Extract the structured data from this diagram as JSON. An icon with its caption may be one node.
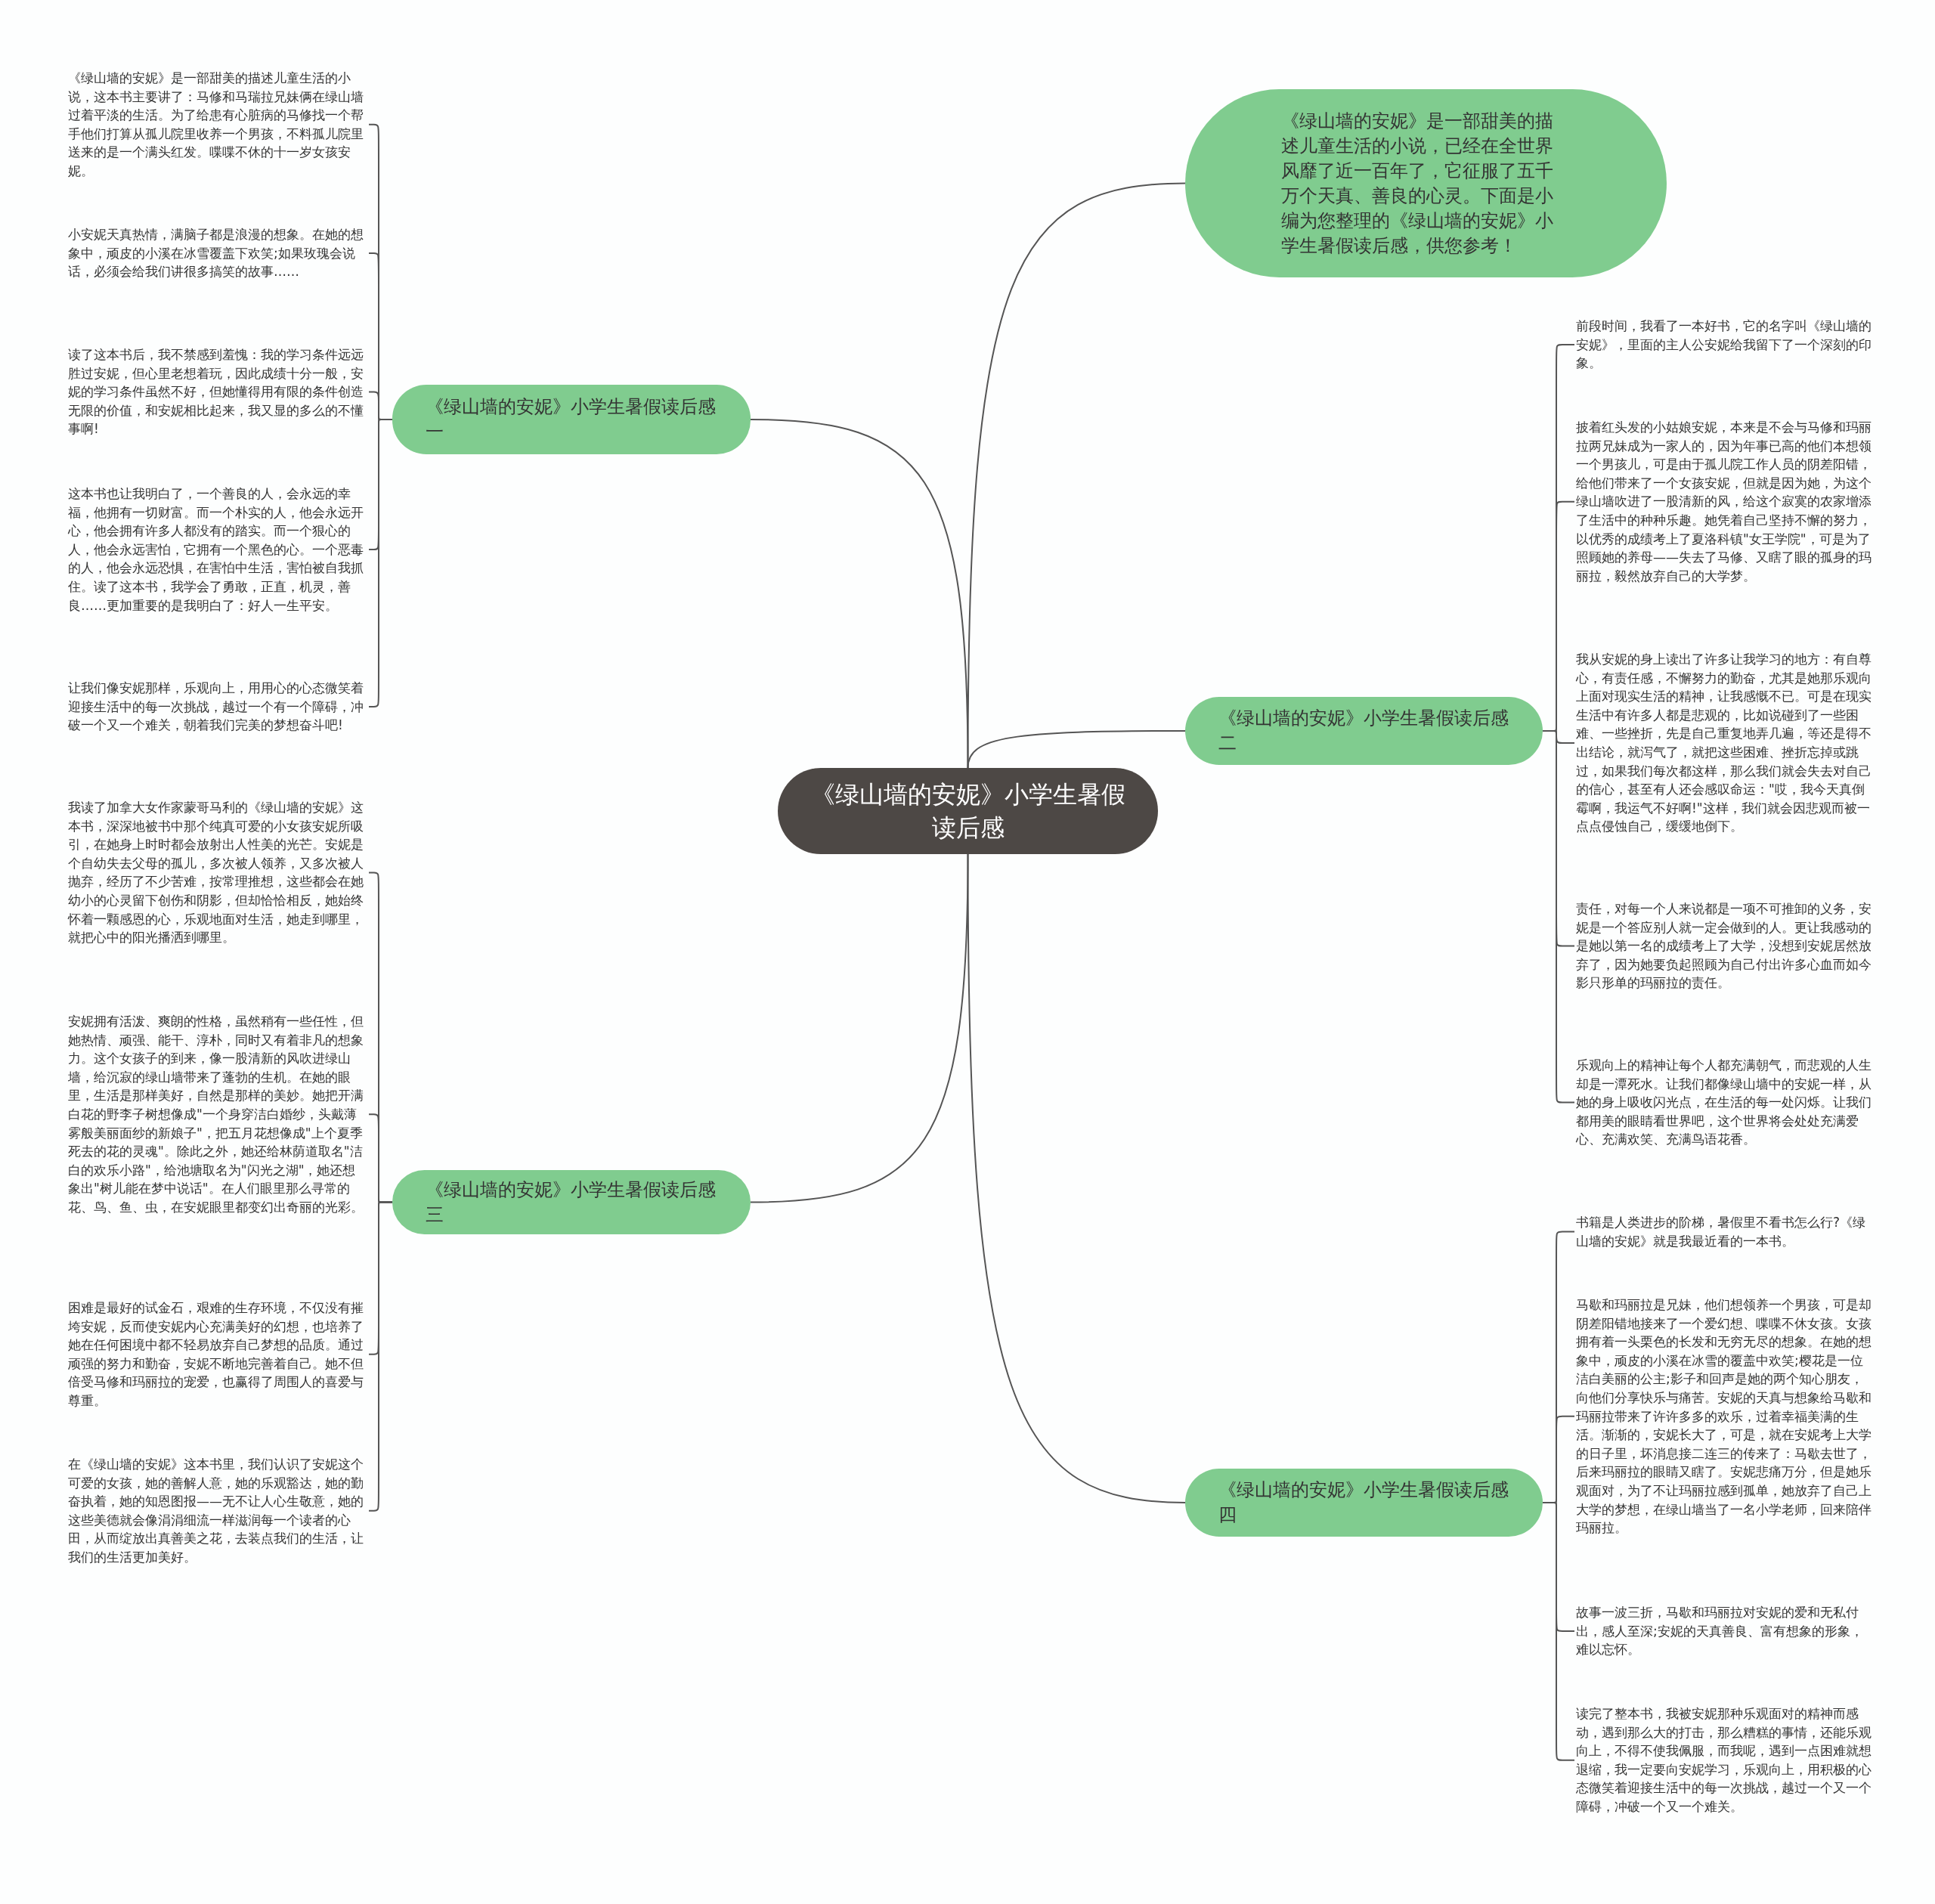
{
  "diagram": {
    "nodes": [
      {
        "text": [
          "《绿山墙的安妮》小学生暑假读后感"
        ]
      },
      {
        "text": [
          "《绿山墙的安妮》是一部甜美的描述儿童生活的小说，已经在全世界风靡了近一百年了，它征服了五千万个天真、善良的心灵。下面是小编为您整理的《绿山墙的安妮》小学生暑假读后感，供您参考！"
        ]
      },
      {
        "text": [
          "《绿山墙的安妮》小学生暑假读后感一"
        ]
      },
      {
        "text": [
          "《绿山墙的安妮》是一部甜美的描述儿童生活的小说，这本书主要讲了：马修和马瑞拉兄妹俩在绿山墙过着平淡的生活。为了给患有心脏病的马修找一个帮手他们打算从孤儿院里收养一个男孩，不料孤儿院里送来的是一个满头红发。喋喋不休的十一岁女孩安妮。"
        ]
      },
      {
        "text": [
          "小安妮天真热情，满脑子都是浪漫的想象。在她的想象中，顽皮的小溪在冰雪覆盖下欢笑;如果玫瑰会说话，必须会给我们讲很多搞笑的故事……"
        ]
      },
      {
        "text": [
          "读了这本书后，我不禁感到羞愧：我的学习条件远远胜过安妮，但心里老想着玩，因此成绩十分一般，安妮的学习条件虽然不好，但她懂得用有限的条件创造无限的价值，和安妮相比起来，我又显的多么的不懂事啊!"
        ]
      },
      {
        "text": [
          "这本书也让我明白了，一个善良的人，会永远的幸福，他拥有一切财富。而一个朴实的人，他会永远开心，他会拥有许多人都没有的踏实。而一个狠心的人，他会永远害怕，它拥有一个黑色的心。一个恶毒的人，他会永远恐惧，在害怕中生活，害怕被自我抓住。读了这本书，我学会了勇敢，正直，机灵，善良……更加重要的是我明白了：好人一生平安。"
        ]
      },
      {
        "text": [
          "让我们像安妮那样，乐观向上，用用心的心态微笑着迎接生活中的每一次挑战，越过一个有一个障碍，冲破一个又一个难关，朝着我们完美的梦想奋斗吧!"
        ]
      },
      {
        "text": [
          "《绿山墙的安妮》小学生暑假读后感二"
        ]
      },
      {
        "text": [
          "前段时间，我看了一本好书，它的名字叫《绿山墙的安妮》，里面的主人公安妮给我留下了一个深刻的印象。"
        ]
      },
      {
        "text": [
          "披着红头发的小姑娘安妮，本来是不会与马修和玛丽拉两兄妹成为一家人的，因为年事已高的他们本想领一个男孩儿，可是由于孤儿院工作人员的阴差阳错，给他们带来了一个女孩安妮，但就是因为她，为这个绿山墙吹进了一股清新的风，给这个寂寞的农家增添了生活中的种种乐趣。她凭着自己坚持不懈的努力，以优秀的成绩考上了夏洛科镇\"女王学院\"，可是为了照顾她的养母——失去了马修、又瞎了眼的孤身的玛丽拉，毅然放弃自己的大学梦。"
        ]
      },
      {
        "text": [
          "我从安妮的身上读出了许多让我学习的地方：有自尊心，有责任感，不懈努力的勤奋，尤其是她那乐观向上面对现实生活的精神，让我感慨不已。可是在现实生活中有许多人都是悲观的，比如说碰到了一些困难、一些挫折，先是自己重复地弄几遍，等还是得不出结论，就泻气了，就把这些困难、挫折忘掉或跳过，如果我们每次都这样，那么我们就会失去对自己的信心，甚至有人还会感叹命运：\"哎，我今天真倒霉啊，我运气不好啊!\"这样，我们就会因悲观而被一点点侵蚀自己，缓缓地倒下。"
        ]
      },
      {
        "text": [
          "责任，对每一个人来说都是一项不可推卸的义务，安妮是一个答应别人就一定会做到的人。更让我感动的是她以第一名的成绩考上了大学，没想到安妮居然放弃了，因为她要负起照顾为自己付出许多心血而如今影只形单的玛丽拉的责任。"
        ]
      },
      {
        "text": [
          "乐观向上的精神让每个人都充满朝气，而悲观的人生却是一潭死水。让我们都像绿山墙中的安妮一样，从她的身上吸收闪光点，在生活的每一处闪烁。让我们都用美的眼睛看世界吧，这个世界将会处处充满爱心、充满欢笑、充满鸟语花香。"
        ]
      },
      {
        "text": [
          "《绿山墙的安妮》小学生暑假读后感三"
        ]
      },
      {
        "text": [
          "我读了加拿大女作家蒙哥马利的《绿山墙的安妮》这本书，深深地被书中那个纯真可爱的小女孩安妮所吸引，在她身上时时都会放射出人性美的光芒。安妮是个自幼失去父母的孤儿，多次被人领养，又多次被人抛弃，经历了不少苦难，按常理推想，这些都会在她幼小的心灵留下创伤和阴影，但却恰恰相反，她始终怀着一颗感恩的心，乐观地面对生活，她走到哪里，就把心中的阳光播洒到哪里。"
        ]
      },
      {
        "text": [
          "安妮拥有活泼、爽朗的性格，虽然稍有一些任性，但她热情、顽强、能干、淳朴，同时又有着非凡的想象力。这个女孩子的到来，像一股清新的风吹进绿山墙，给沉寂的绿山墙带来了蓬勃的生机。在她的眼里，生活是那样美好，自然是那样的美妙。她把开满白花的野李子树想像成\"一个身穿洁白婚纱，头戴薄雾般美丽面纱的新娘子\"，把五月花想像成\"上个夏季死去的花的灵魂\"。除此之外，她还给林荫道取名\"洁白的欢乐小路\"，给池塘取名为\"闪光之湖\"，她还想象出\"树儿能在梦中说话\"。在人们眼里那么寻常的花、鸟、鱼、虫，在安妮眼里都变幻出奇丽的光彩。"
        ]
      },
      {
        "text": [
          "困难是最好的试金石，艰难的生存环境，不仅没有摧垮安妮，反而使安妮内心充满美好的幻想，也培养了她在任何困境中都不轻易放弃自己梦想的品质。通过顽强的努力和勤奋，安妮不断地完善着自己。她不但倍受马修和玛丽拉的宠爱，也赢得了周围人的喜爱与尊重。"
        ]
      },
      {
        "text": [
          "在《绿山墙的安妮》这本书里，我们认识了安妮这个可爱的女孩，她的善解人意，她的乐观豁达，她的勤奋执着，她的知恩图报——无不让人心生敬意，她的这些美德就会像涓涓细流一样滋润每一个读者的心田，从而绽放出真善美之花，去装点我们的生活，让我们的生活更加美好。"
        ]
      },
      {
        "text": [
          "《绿山墙的安妮》小学生暑假读后感四"
        ]
      },
      {
        "text": [
          "书籍是人类进步的阶梯，暑假里不看书怎么行?《绿山墙的安妮》就是我最近看的一本书。"
        ]
      },
      {
        "text": [
          "马歇和玛丽拉是兄妹，他们想领养一个男孩，可是却阴差阳错地接来了一个爱幻想、喋喋不休女孩。女孩拥有着一头栗色的长发和无穷无尽的想象。在她的想象中，顽皮的小溪在冰雪的覆盖中欢笑;樱花是一位洁白美丽的公主;影子和回声是她的两个知心朋友，向他们分享快乐与痛苦。安妮的天真与想象给马歇和玛丽拉带来了许许多多的欢乐，过着幸福美满的生活。渐渐的，安妮长大了，可是，就在安妮考上大学的日子里，坏消息接二连三的传来了：马歇去世了，后来玛丽拉的眼睛又瞎了。安妮悲痛万分，但是她乐观面对，为了不让玛丽拉感到孤单，她放弃了自己上大学的梦想，在绿山墙当了一名小学老师，回来陪伴玛丽拉。"
        ]
      },
      {
        "text": [
          "故事一波三折，马歇和玛丽拉对安妮的爱和无私付出，感人至深;安妮的天真善良、富有想象的形象，难以忘怀。"
        ]
      },
      {
        "text": [
          "读完了整本书，我被安妮那种乐观面对的精神而感动，遇到那么大的打击，那么糟糕的事情，还能乐观向上，不得不使我佩服，而我呢，遇到一点困难就想退缩，我一定要向安妮学习，乐观向上，用积极的心态微笑着迎接生活中的每一次挑战，越过一个又一个障碍，冲破一个又一个难关。"
        ]
      }
    ],
    "edges": [
      {
        "from": 0,
        "to": 1,
        "arrow": "none"
      },
      {
        "from": 0,
        "to": 2,
        "arrow": "none"
      },
      {
        "from": 0,
        "to": 8,
        "arrow": "none"
      },
      {
        "from": 0,
        "to": 14,
        "arrow": "none"
      },
      {
        "from": 0,
        "to": 19,
        "arrow": "none"
      },
      {
        "from": 2,
        "to": 3,
        "arrow": "none"
      },
      {
        "from": 2,
        "to": 4,
        "arrow": "none"
      },
      {
        "from": 2,
        "to": 5,
        "arrow": "none"
      },
      {
        "from": 2,
        "to": 6,
        "arrow": "none"
      },
      {
        "from": 2,
        "to": 7,
        "arrow": "none"
      },
      {
        "from": 8,
        "to": 9,
        "arrow": "none"
      },
      {
        "from": 8,
        "to": 10,
        "arrow": "none"
      },
      {
        "from": 8,
        "to": 11,
        "arrow": "none"
      },
      {
        "from": 8,
        "to": 12,
        "arrow": "none"
      },
      {
        "from": 8,
        "to": 13,
        "arrow": "none"
      },
      {
        "from": 14,
        "to": 15,
        "arrow": "none"
      },
      {
        "from": 14,
        "to": 16,
        "arrow": "none"
      },
      {
        "from": 14,
        "to": 17,
        "arrow": "none"
      },
      {
        "from": 14,
        "to": 18,
        "arrow": "none"
      },
      {
        "from": 19,
        "to": 20,
        "arrow": "none"
      },
      {
        "from": 19,
        "to": 21,
        "arrow": "none"
      },
      {
        "from": 19,
        "to": 22,
        "arrow": "none"
      },
      {
        "from": 19,
        "to": 23,
        "arrow": "none"
      }
    ]
  }
}
